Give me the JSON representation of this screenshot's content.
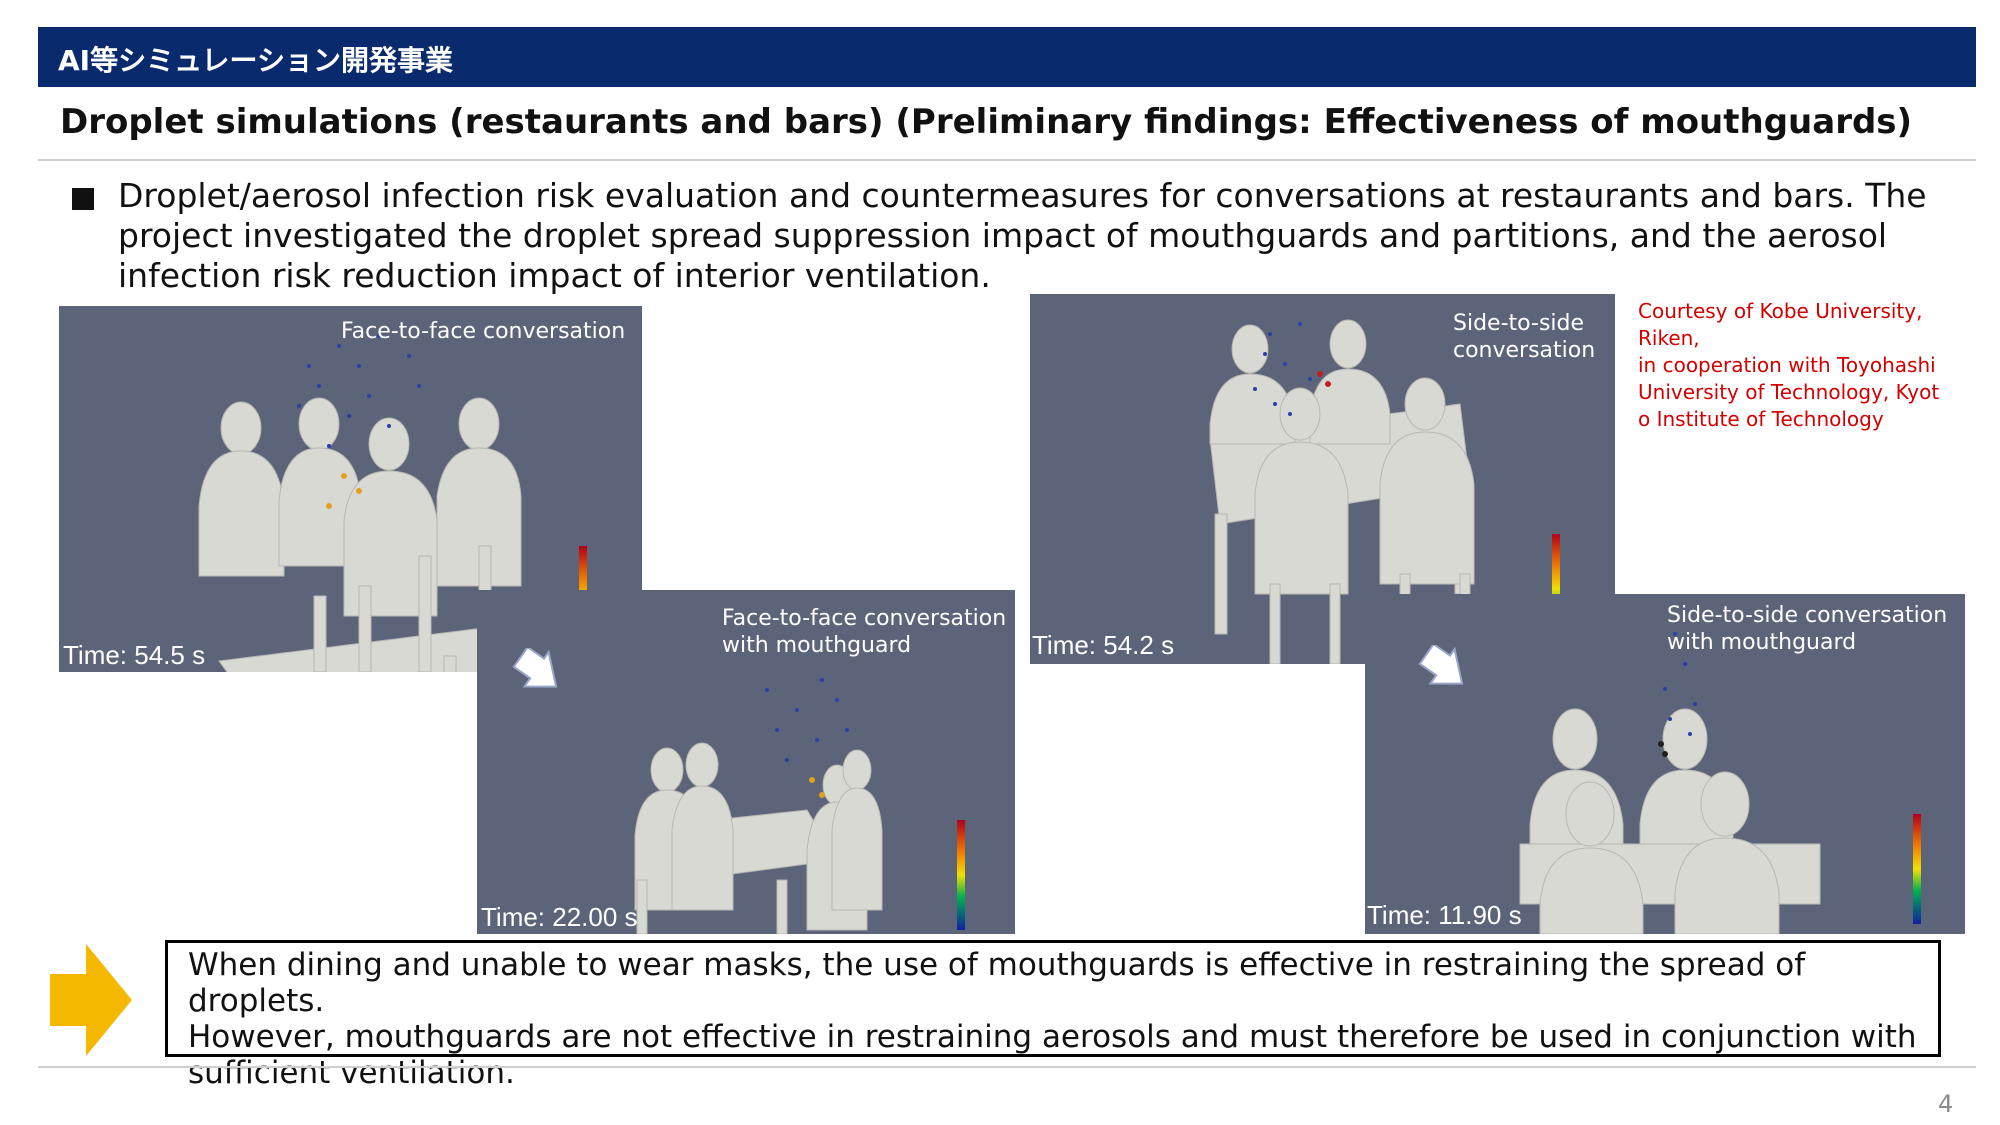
{
  "header": {
    "label": "AI等シミュレーション開発事業"
  },
  "title": "Droplet simulations (restaurants and bars) (Preliminary findings: Effectiveness of mouthguards)",
  "intro": "Droplet/aerosol infection risk evaluation and countermeasures for conversations at restaurants and bars. The project investigated the droplet spread suppression impact of mouthguards and partitions, and the aerosol infection risk reduction impact of interior ventilation.",
  "panels": {
    "f2f": {
      "label": "Face-to-face conversation",
      "time": "Time: 54.5 s"
    },
    "f2f_mg": {
      "label_line1": "Face-to-face conversation",
      "label_line2": "with mouthguard",
      "time": "Time: 22.00 s"
    },
    "s2s": {
      "label_line1": "Side-to-side",
      "label_line2": "conversation",
      "time": "Time: 54.2 s"
    },
    "s2s_mg": {
      "label_line1": "Side-to-side conversation",
      "label_line2": "with mouthguard",
      "time": "Time: 11.90 s"
    }
  },
  "credit": {
    "line1": "Courtesy of Kobe University,",
    "line2": "Riken,",
    "line3": "in cooperation with Toyohashi",
    "line4": "University of Technology, Kyot",
    "line5": "o Institute of Technology"
  },
  "conclusion": {
    "line1": "When dining and unable to wear masks, the use of mouthguards is effective in restraining the spread of droplets.",
    "line2": "However, mouthguards are not effective in restraining aerosols and must therefore be used in conjunction with",
    "line3": "sufficient ventilation."
  },
  "page_number": "4",
  "colors": {
    "header_bg": "#0a2a6e",
    "panel_bg": "#5c6479",
    "credit_text": "#d40000",
    "callout_arrow": "#f5b800"
  },
  "icons": {
    "transition_arrow": "arrow-down-right-icon",
    "conclusion_arrow": "arrow-right-icon"
  }
}
